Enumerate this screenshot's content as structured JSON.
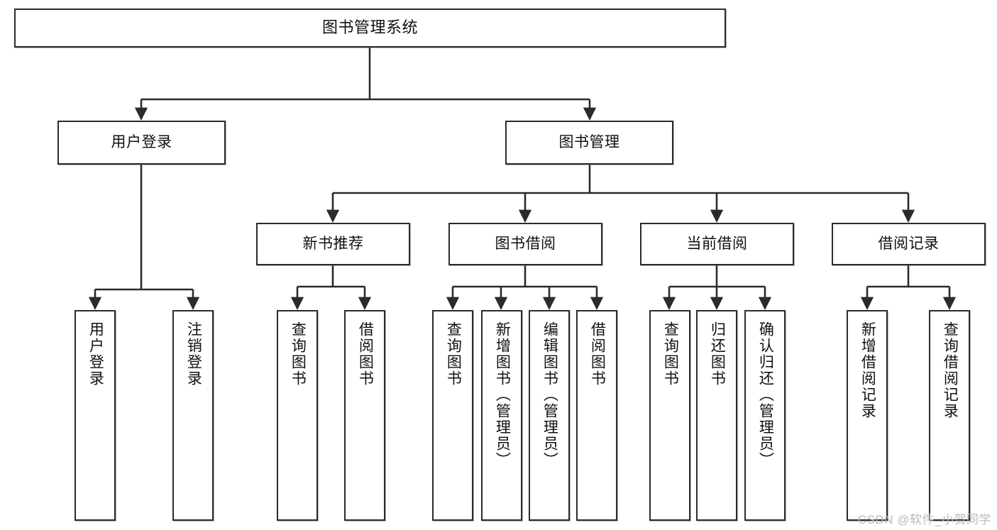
{
  "diagram": {
    "title": "图书管理系统",
    "type": "tree-hierarchy-diagram",
    "watermark": "CSDN @软件_小贺同学",
    "colors": {
      "border": "#2b2b2b",
      "background": "#ffffff",
      "text": "#111111",
      "watermark": "#b9b9b9"
    },
    "nodes": {
      "root": {
        "label": "图书管理系统"
      },
      "level2": [
        {
          "label": "用户登录"
        },
        {
          "label": "图书管理"
        }
      ],
      "level3": [
        {
          "label": "新书推荐"
        },
        {
          "label": "图书借阅"
        },
        {
          "label": "当前借阅"
        },
        {
          "label": "借阅记录"
        }
      ],
      "leaves_user_login": [
        {
          "label": "用户登录"
        },
        {
          "label": "注销登录"
        }
      ],
      "leaves_new_books": [
        {
          "label": "查询图书"
        },
        {
          "label": "借阅图书"
        }
      ],
      "leaves_borrow": [
        {
          "label": "查询图书"
        },
        {
          "label": "新增图书（管理员）"
        },
        {
          "label": "编辑图书（管理员）"
        },
        {
          "label": "借阅图书"
        }
      ],
      "leaves_current": [
        {
          "label": "查询图书"
        },
        {
          "label": "归还图书"
        },
        {
          "label": "确认归还（管理员）"
        }
      ],
      "leaves_records": [
        {
          "label": "新增借阅记录"
        },
        {
          "label": "查询借阅记录"
        }
      ]
    }
  }
}
